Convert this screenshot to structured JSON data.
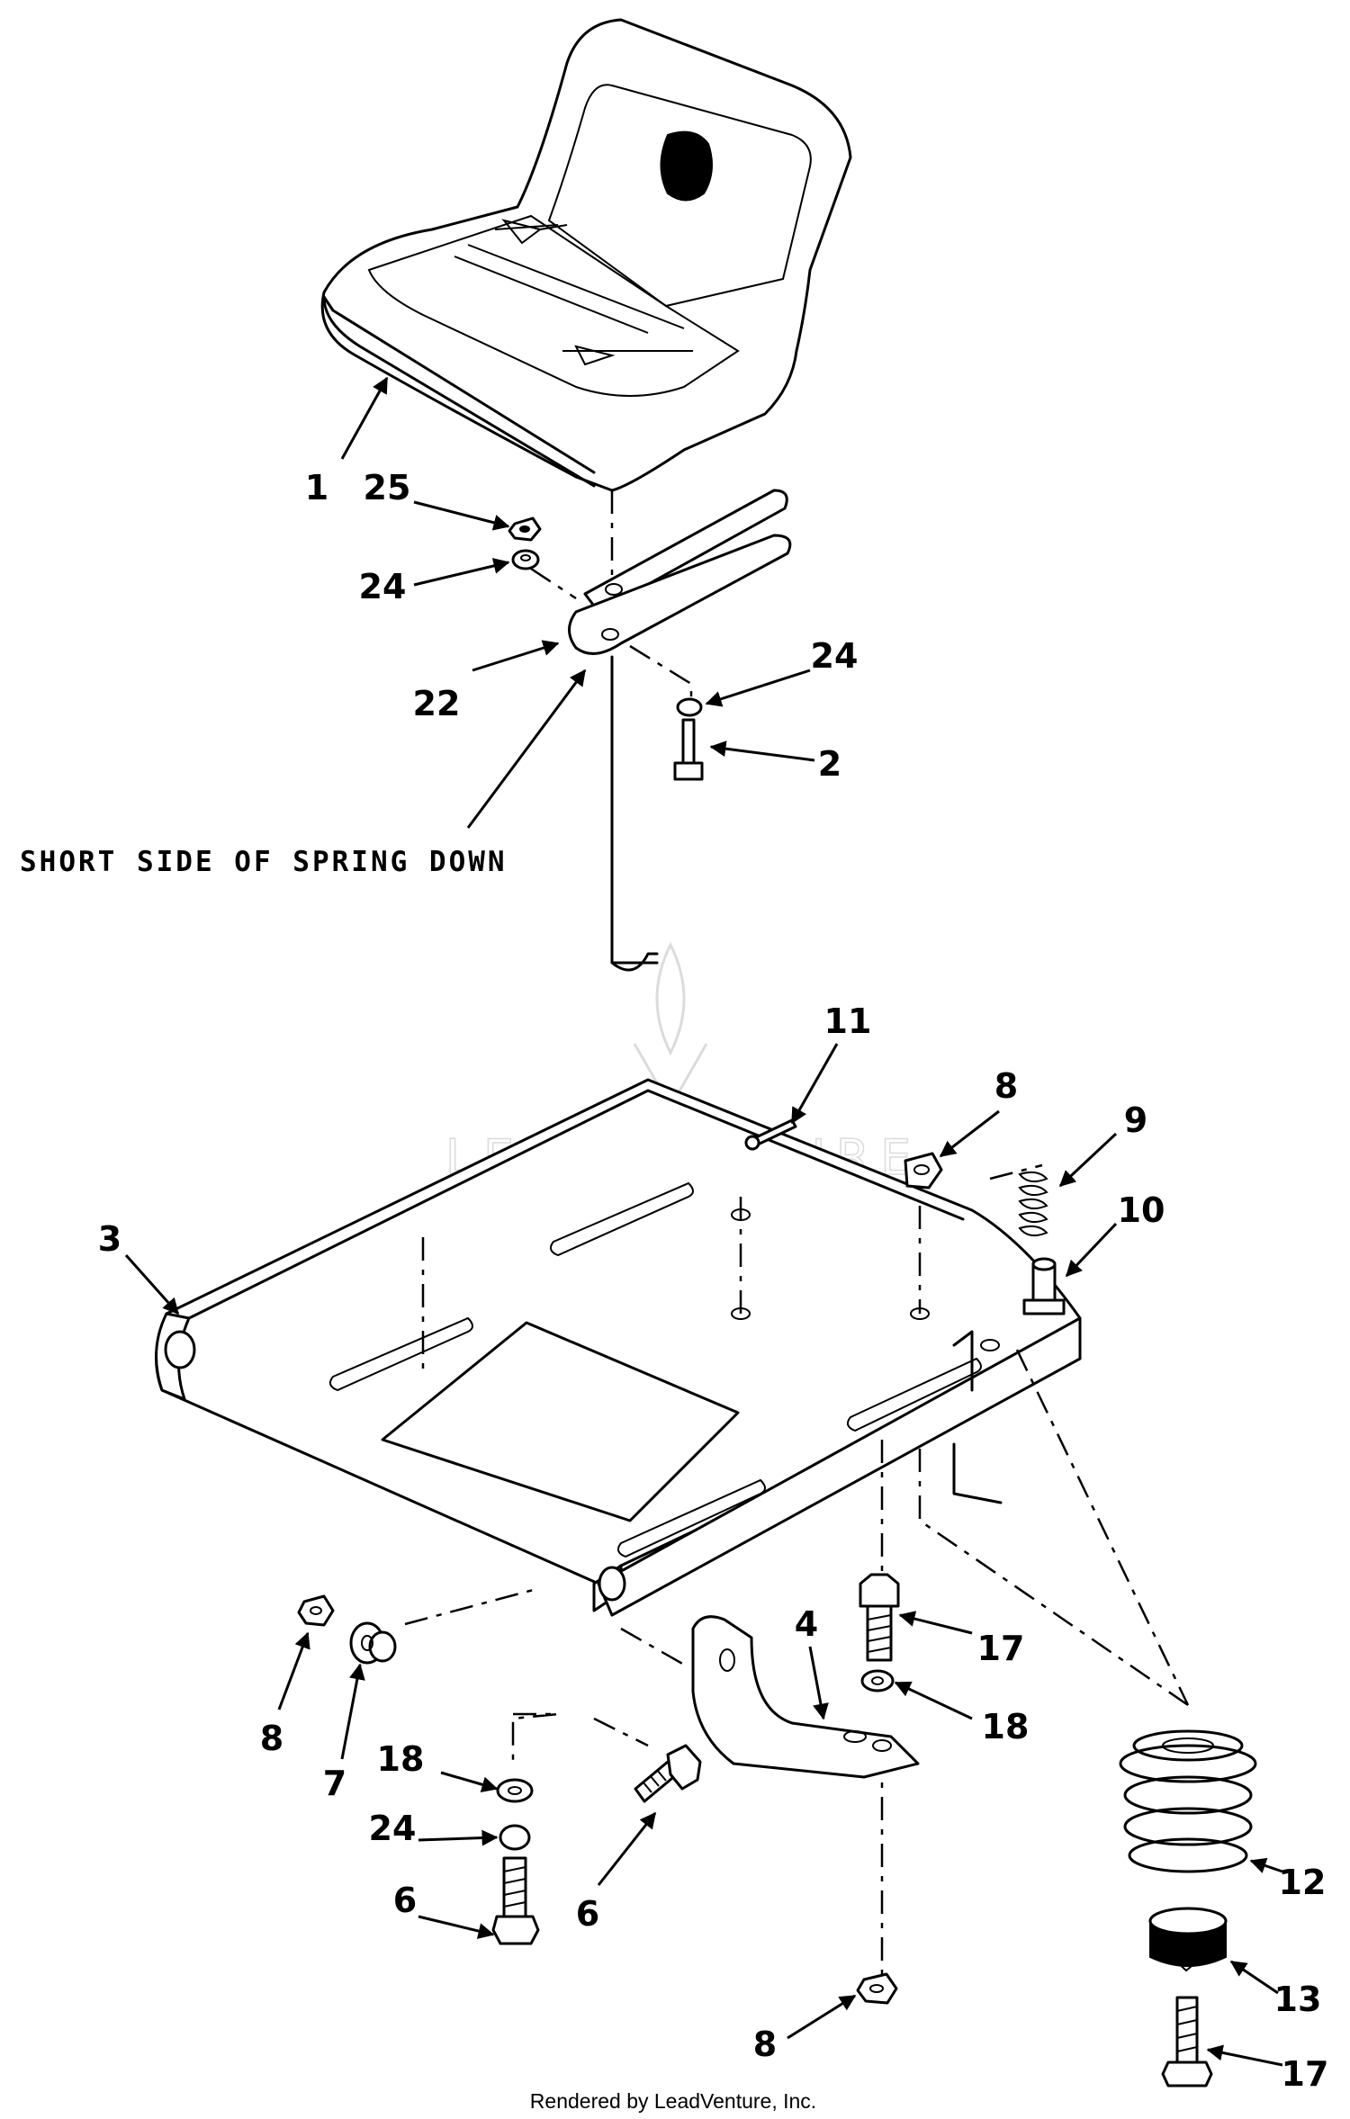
{
  "note": "SHORT SIDE OF SPRING DOWN",
  "watermark": "LEADVENTURE",
  "footer": "Rendered by LeadVenture, Inc.",
  "callouts": [
    {
      "id": "seat",
      "label": "1"
    },
    {
      "id": "nut-top",
      "label": "25"
    },
    {
      "id": "washer-top",
      "label": "24"
    },
    {
      "id": "spring-bracket",
      "label": "22"
    },
    {
      "id": "washer-right",
      "label": "24"
    },
    {
      "id": "bolt-top",
      "label": "2"
    },
    {
      "id": "pin",
      "label": "11"
    },
    {
      "id": "nut-plate",
      "label": "8"
    },
    {
      "id": "spring-small",
      "label": "9"
    },
    {
      "id": "bushing",
      "label": "10"
    },
    {
      "id": "seat-plate",
      "label": "3"
    },
    {
      "id": "nut-left",
      "label": "8"
    },
    {
      "id": "spacer",
      "label": "7"
    },
    {
      "id": "bracket",
      "label": "4"
    },
    {
      "id": "bolt-17-upper",
      "label": "17"
    },
    {
      "id": "washer-18-right",
      "label": "18"
    },
    {
      "id": "washer-18-left",
      "label": "18"
    },
    {
      "id": "washer-24-left",
      "label": "24"
    },
    {
      "id": "bolt-6-left",
      "label": "6"
    },
    {
      "id": "bolt-6-center",
      "label": "6"
    },
    {
      "id": "spring-large",
      "label": "12"
    },
    {
      "id": "cap",
      "label": "13"
    },
    {
      "id": "nut-bottom",
      "label": "8"
    },
    {
      "id": "bolt-17-lower",
      "label": "17"
    }
  ]
}
